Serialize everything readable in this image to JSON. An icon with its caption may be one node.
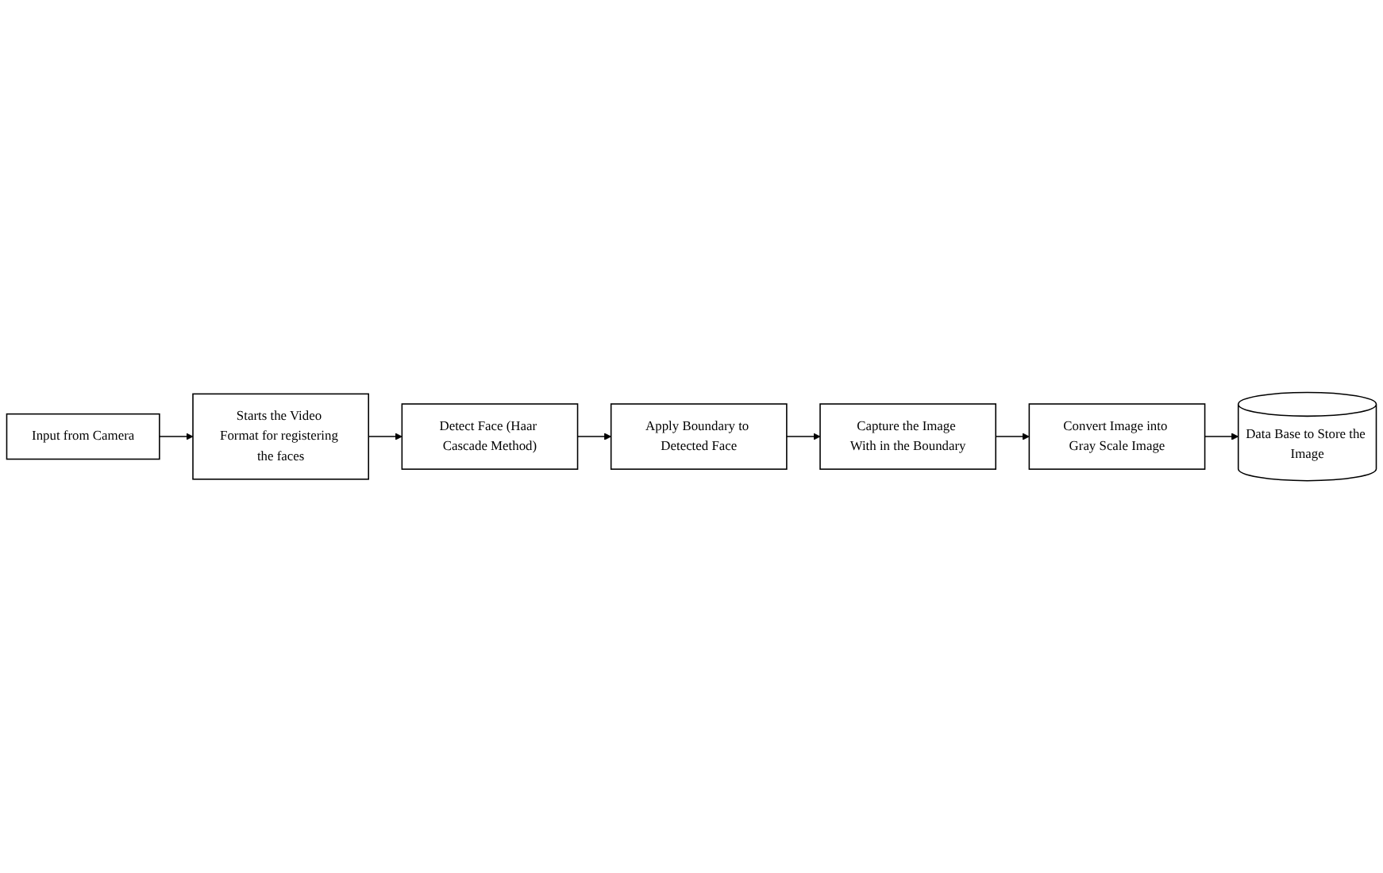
{
  "diagram": {
    "nodes": [
      {
        "text": [
          "Input from Camera"
        ]
      },
      {
        "text": [
          "Starts the Video Format for registering the faces"
        ]
      },
      {
        "text": [
          "Detect Face (Haar Cascade Method)"
        ]
      },
      {
        "text": [
          "Apply Boundary to Detected Face"
        ]
      },
      {
        "text": [
          "Capture the Image With in the Boundary"
        ]
      },
      {
        "text": [
          "Convert Image into Gray Scale Image"
        ]
      },
      {
        "text": [
          "Data Base to Store the Image"
        ]
      }
    ],
    "edges": [
      {
        "from": 0,
        "to": 1,
        "arrow": "to"
      },
      {
        "from": 1,
        "to": 2,
        "arrow": "to"
      },
      {
        "from": 2,
        "to": 3,
        "arrow": "to"
      },
      {
        "from": 3,
        "to": 4,
        "arrow": "to"
      },
      {
        "from": 4,
        "to": 5,
        "arrow": "to"
      },
      {
        "from": 5,
        "to": 6,
        "arrow": "to"
      }
    ]
  }
}
